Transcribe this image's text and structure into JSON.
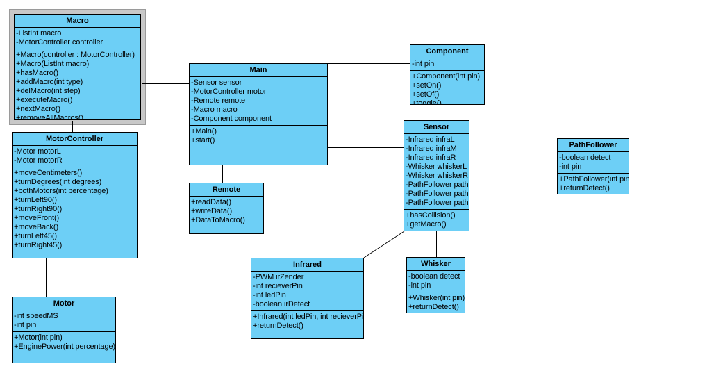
{
  "diagram": {
    "kind": "uml-class-diagram",
    "background": "#ffffff",
    "class_fill": "#6DCFF6",
    "class_border": "#000000",
    "selection_color": "#c8c8c8",
    "line_color": "#000000"
  },
  "classes": {
    "macro": {
      "name": "Macro",
      "attributes": [
        "-ListInt macro",
        "-MotorController controller"
      ],
      "methods": [
        "+Macro(controller : MotorController)",
        "+Macro(ListInt macro)",
        "+hasMacro()",
        "+addMacro(int type)",
        "+delMacro(int step)",
        "+executeMacro()",
        "+nextMacro()",
        "+removeAllMacros()"
      ]
    },
    "motorcontroller": {
      "name": "MotorController",
      "attributes": [
        "-Motor motorL",
        "-Motor motorR"
      ],
      "methods": [
        "+moveCentimeters()",
        "+turnDegrees(int degrees)",
        "+bothMotors(int percentage)",
        "+turnLeft90()",
        "+turnRight90()",
        "+moveFront()",
        "+moveBack()",
        "+turnLeft45()",
        "+turnRight45()"
      ]
    },
    "motor": {
      "name": "Motor",
      "attributes": [
        "-int speedMS",
        "-int pin"
      ],
      "methods": [
        "+Motor(int pin)",
        "+EnginePower(int percentage)"
      ]
    },
    "main": {
      "name": "Main",
      "attributes": [
        "-Sensor sensor",
        "-MotorController motor",
        "-Remote remote",
        "-Macro macro",
        "-Component component"
      ],
      "methods": [
        "+Main()",
        "+start()"
      ],
      "static_methods": [
        "+Main()"
      ]
    },
    "component": {
      "name": "Component",
      "attributes": [
        "-int pin"
      ],
      "methods": [
        "+Component(int pin)",
        "+setOn()",
        "+setOf()",
        "+toggle()"
      ]
    },
    "remote": {
      "name": "Remote",
      "attributes": [],
      "methods": [
        "+readData()",
        "+writeData()",
        "+DataToMacro()"
      ]
    },
    "sensor": {
      "name": "Sensor",
      "attributes": [
        "-Infrared infraL",
        "-Infrared infraM",
        "-Infrared infraR",
        "-Whisker whiskerL",
        "-Whisker whiskerR",
        "-PathFollower pathL",
        "-PathFollower pathM",
        "-PathFollower pathR"
      ],
      "methods": [
        "+hasCollision()",
        "+getMacro()"
      ]
    },
    "pathfollower": {
      "name": "PathFollower",
      "attributes": [
        "-boolean detect",
        "-int pin"
      ],
      "methods": [
        "+PathFollower(int pin)",
        "+returnDetect()"
      ]
    },
    "infrared": {
      "name": "Infrared",
      "attributes": [
        "-PWM irZender",
        "-int recieverPin",
        "-int ledPin",
        "-boolean irDetect"
      ],
      "methods": [
        "+Infrared(int ledPin, int recieverPin)",
        "+returnDetect()"
      ]
    },
    "whisker": {
      "name": "Whisker",
      "attributes": [
        "-boolean detect",
        "-int pin"
      ],
      "methods": [
        "+Whisker(int pin)",
        "+returnDetect()"
      ]
    }
  },
  "associations": [
    {
      "from": "macro",
      "to": "main",
      "style": "orthogonal"
    },
    {
      "from": "macro",
      "to": "motorcontroller",
      "style": "vertical"
    },
    {
      "from": "motorcontroller",
      "to": "main",
      "style": "horizontal"
    },
    {
      "from": "motorcontroller",
      "to": "motor",
      "style": "vertical"
    },
    {
      "from": "main",
      "to": "component",
      "style": "horizontal"
    },
    {
      "from": "main",
      "to": "sensor",
      "style": "horizontal"
    },
    {
      "from": "main",
      "to": "remote",
      "style": "vertical"
    },
    {
      "from": "sensor",
      "to": "pathfollower",
      "style": "horizontal"
    },
    {
      "from": "sensor",
      "to": "whisker",
      "style": "vertical"
    },
    {
      "from": "sensor",
      "to": "infrared",
      "style": "diagonal"
    }
  ]
}
